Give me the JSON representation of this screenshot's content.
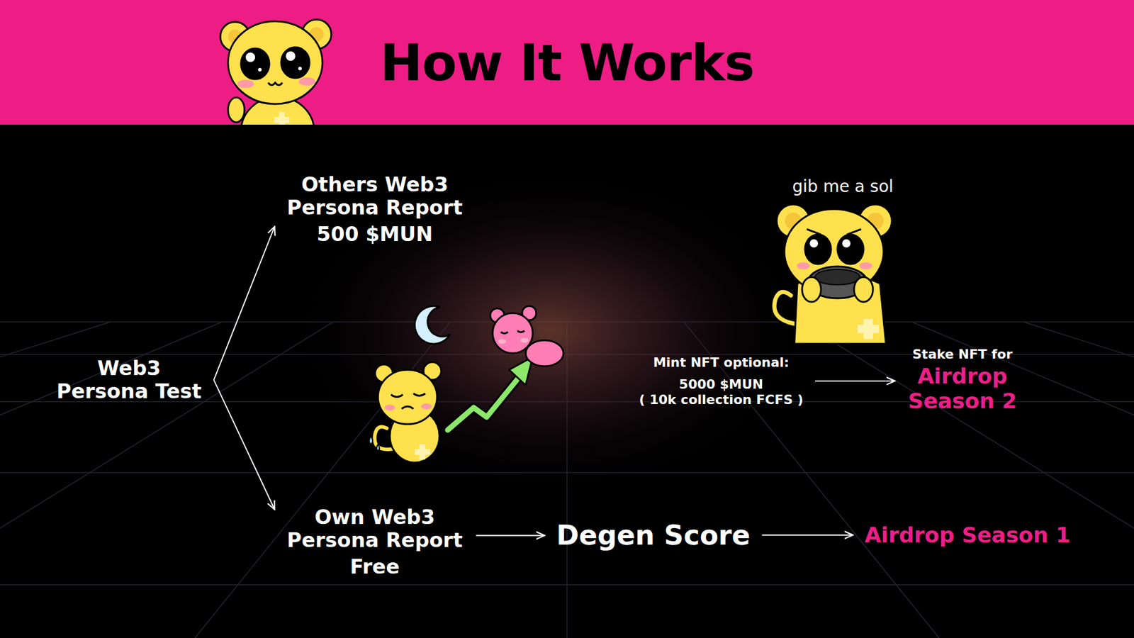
{
  "diagram": {
    "title": "How It Works",
    "nodes": [
      {
        "text": [
          "Web3 Persona Test"
        ]
      },
      {
        "text": [
          "Others Web3 Persona Report",
          "500 $MUN"
        ]
      },
      {
        "text": [
          "Own Web3 Persona Report",
          "Free"
        ]
      },
      {
        "text": [
          "Degen Score"
        ]
      },
      {
        "text": [
          "Airdrop Season 1"
        ]
      },
      {
        "text": [
          "Mint NFT optional:",
          "5000 $MUN",
          "( 10k collection FCFS )"
        ]
      },
      {
        "text": [
          "Stake NFT for",
          "Airdrop Season 2"
        ]
      }
    ],
    "edges": [
      {
        "from": 0,
        "to": 1,
        "arrow": "to"
      },
      {
        "from": 0,
        "to": 2,
        "arrow": "to"
      },
      {
        "from": 2,
        "to": 3,
        "arrow": "to"
      },
      {
        "from": 3,
        "to": 4,
        "arrow": "to"
      },
      {
        "from": 5,
        "to": 6,
        "arrow": "to"
      }
    ],
    "labels": [
      "gib me a sol"
    ]
  }
}
